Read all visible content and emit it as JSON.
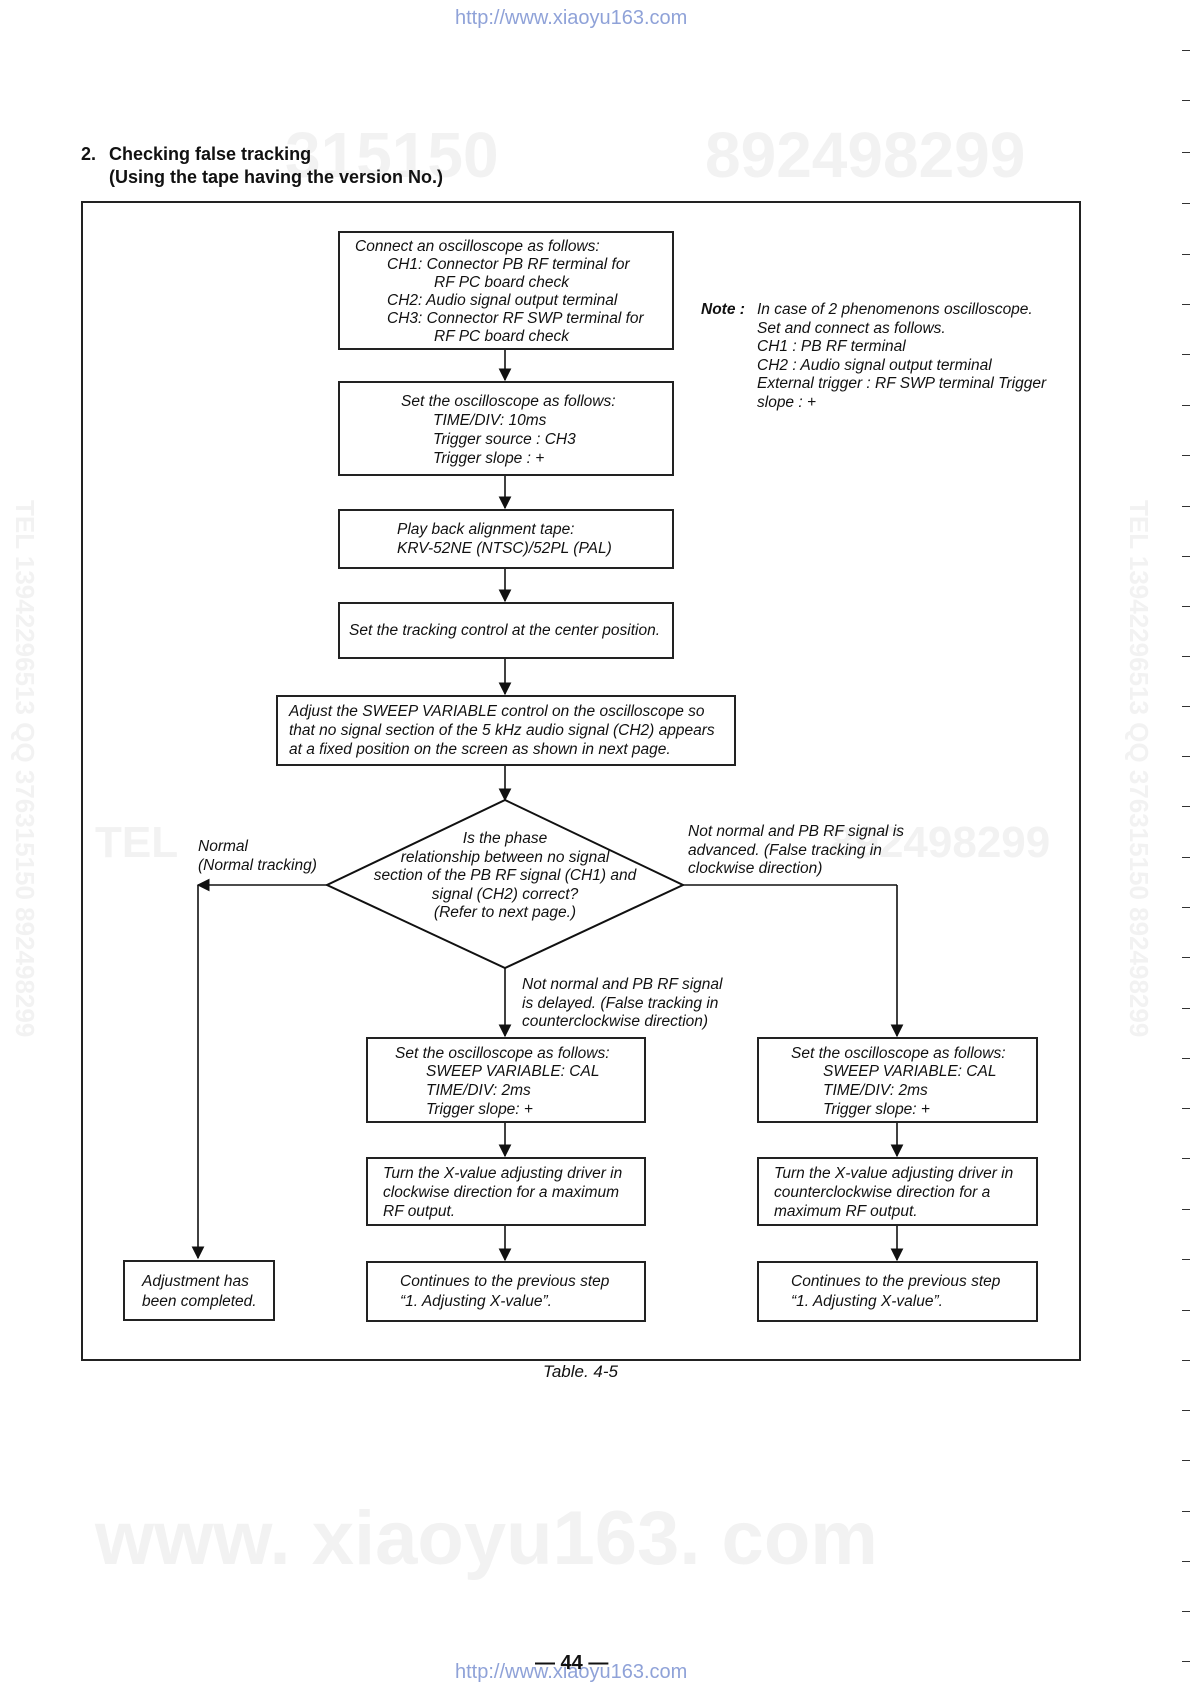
{
  "header_url": "http://www.xiaoyu163.com",
  "footer_url": "http://www.xiaoyu163.com",
  "page_number": "— 44 —",
  "watermarks": {
    "w1": "315150",
    "w2": "892498299",
    "w3": "TEL",
    "w4": "www. xiaoyu163. com",
    "w5": "892498299",
    "w6": "TEL 13942296513 QQ 376315150 892498299",
    "w7": "TEL 13942296513 QQ 376315150 892498299"
  },
  "section": {
    "number": "2.",
    "title_line1": "Checking false tracking",
    "title_line2": "(Using the tape having the version No.)"
  },
  "flow": {
    "step1": {
      "lines": [
        "Connect an oscilloscope as follows:",
        "CH1:  Connector PB RF terminal for",
        "RF PC board check",
        "CH2:  Audio signal output terminal",
        "CH3:  Connector RF SWP terminal for",
        "RF PC board check"
      ]
    },
    "note": {
      "label": "Note :",
      "lines": [
        "In case of 2 phenomenons oscilloscope.",
        "Set and connect as follows.",
        "CH1 : PB RF terminal",
        "CH2 : Audio signal output terminal",
        "External trigger : RF SWP terminal Trigger",
        "slope : +"
      ]
    },
    "step2": {
      "lines": [
        "Set the oscilloscope as follows:",
        "TIME/DIV: 10ms",
        "Trigger source : CH3",
        "Trigger slope : +"
      ]
    },
    "step3": {
      "lines": [
        "Play back alignment tape:",
        "KRV-52NE (NTSC)/52PL (PAL)"
      ]
    },
    "step4": {
      "lines": [
        "Set the tracking control at the center position."
      ]
    },
    "step5": {
      "lines": [
        "Adjust the SWEEP VARIABLE control on the oscilloscope so",
        "that no signal section of the 5 kHz audio signal (CH2) appears",
        "at a fixed position on the screen as shown in next page."
      ]
    },
    "decision": {
      "lines": [
        "Is the phase",
        "relationship between no signal",
        "section of the PB RF signal (CH1) and",
        "signal (CH2) correct?",
        "(Refer to next page.)"
      ]
    },
    "branch_left": {
      "lines": [
        "Normal",
        "(Normal tracking)"
      ]
    },
    "branch_right": {
      "lines": [
        "Not normal and PB RF signal is",
        "advanced. (False tracking in",
        "clockwise direction)"
      ]
    },
    "branch_down": {
      "lines": [
        "Not normal and PB RF signal",
        "is delayed. (False tracking in",
        "counterclockwise direction)"
      ]
    },
    "mid_set": {
      "lines": [
        "Set the oscilloscope as follows:",
        "SWEEP VARIABLE: CAL",
        "TIME/DIV: 2ms",
        "Trigger slope: +"
      ]
    },
    "right_set": {
      "lines": [
        "Set the oscilloscope as follows:",
        "SWEEP VARIABLE: CAL",
        "TIME/DIV: 2ms",
        "Trigger slope: +"
      ]
    },
    "mid_turn": {
      "lines": [
        "Turn the X-value adjusting driver in",
        "clockwise direction for a maximum",
        "RF output."
      ]
    },
    "right_turn": {
      "lines": [
        "Turn the X-value adjusting driver in",
        "counterclockwise direction for a",
        "maximum RF output."
      ]
    },
    "completed": {
      "lines": [
        "Adjustment has",
        "been completed."
      ]
    },
    "mid_continue": {
      "lines": [
        "Continues to the previous step",
        "“1. Adjusting X-value”."
      ]
    },
    "right_continue": {
      "lines": [
        "Continues to the previous step",
        "“1. Adjusting X-value”."
      ]
    }
  },
  "caption": "Table. 4-5"
}
